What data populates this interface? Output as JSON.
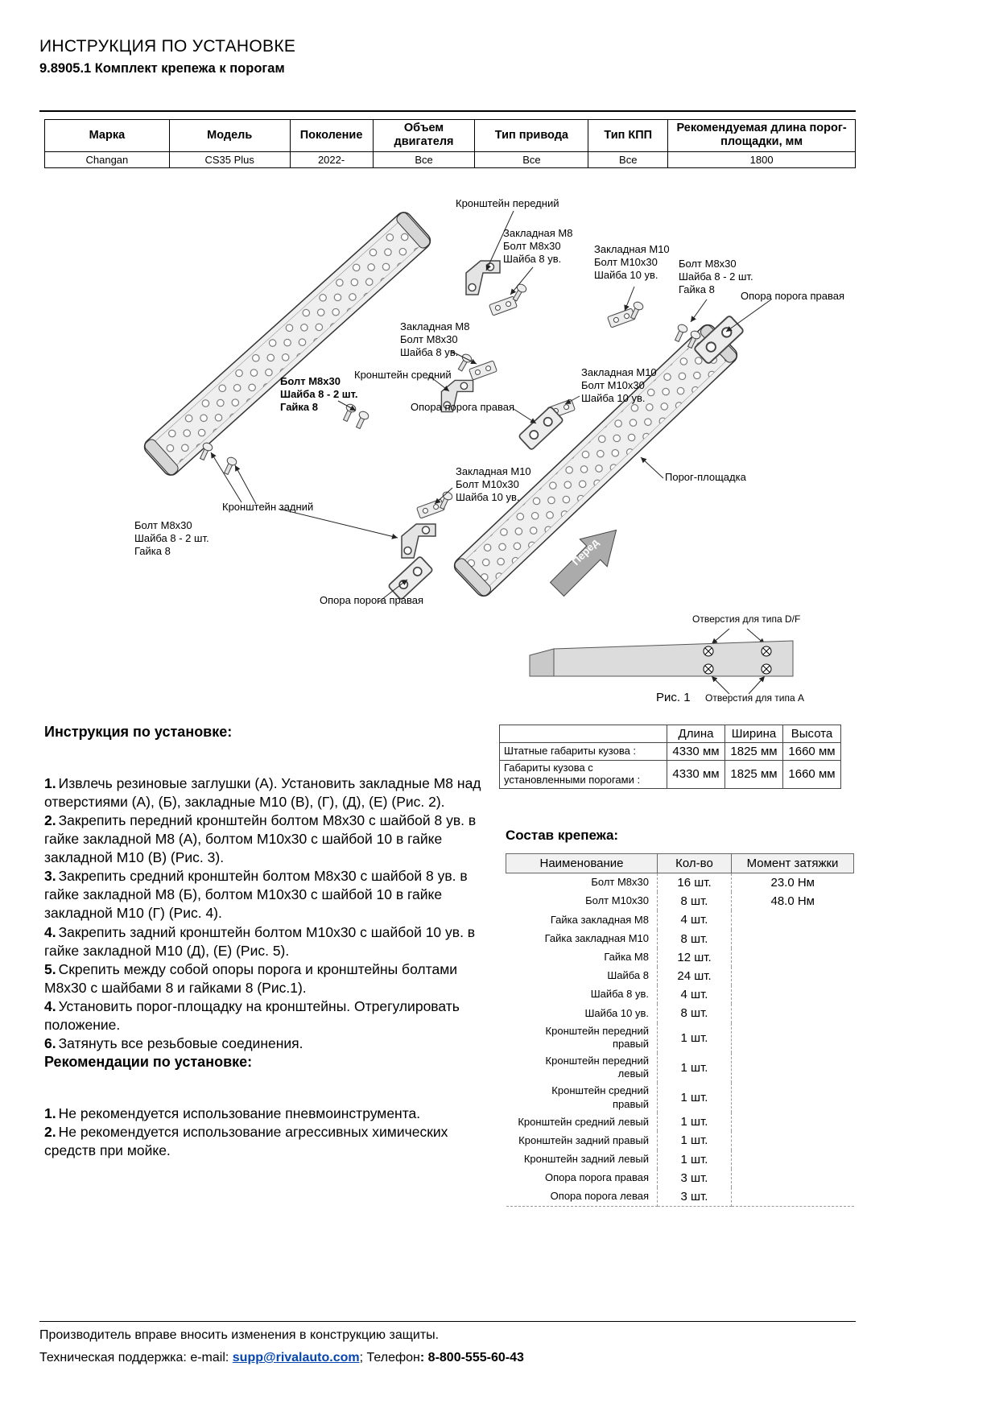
{
  "page": {
    "title": "ИНСТРУКЦИЯ ПО УСТАНОВКЕ",
    "subtitle": "9.8905.1 Комплект крепежа к порогам"
  },
  "vehicle": {
    "headers": [
      "Марка",
      "Модель",
      "Поколение",
      "Объем двигателя",
      "Тип привода",
      "Тип КПП",
      "Рекомендуемая длина порог-площадки, мм"
    ],
    "row": [
      "Changan",
      "CS35 Plus",
      "2022-",
      "Все",
      "Все",
      "Все",
      "1800"
    ]
  },
  "diagram": {
    "labels": [
      {
        "text": "Кронштейн передний"
      },
      {
        "text": "Закладная М8\nБолт М8х30\nШайба 8 ув."
      },
      {
        "text": "Закладная М10\nБолт М10х30\nШайба 10 ув."
      },
      {
        "text": "Болт М8х30\nШайба 8 - 2 шт.\nГайка 8"
      },
      {
        "text": "Опора порога правая"
      },
      {
        "text": "Закладная М8\nБолт М8х30\nШайба 8 ув."
      },
      {
        "text": "Кронштейн средний"
      },
      {
        "text": "Болт М8х30\nШайба 8 - 2 шт.\nГайка 8"
      },
      {
        "text": "Закладная М10\nБолт М10х30\nШайба 10 ув."
      },
      {
        "text": "Опора порога правая"
      },
      {
        "text": "Закладная М10\nБолт М10х30\nШайба 10 ув."
      },
      {
        "text": "Порог-площадка"
      },
      {
        "text": "Кронштейн задний"
      },
      {
        "text": "Болт М8х30\nШайба 8 - 2 шт.\nГайка 8"
      },
      {
        "text": "Опора порога правая"
      }
    ],
    "direction": "Перед",
    "holes_df": "Отверстия для типа D/F",
    "figure": "Рис. 1",
    "holes_a": "Отверстия для типа А"
  },
  "dims": {
    "headers": [
      "Длина",
      "Ширина",
      "Высота"
    ],
    "rows": [
      {
        "label": "Штатные габариты кузова :",
        "l": "4330 мм",
        "w": "1825 мм",
        "h": "1660 мм"
      },
      {
        "label": "Габариты кузова с установленными порогами :",
        "l": "4330 мм",
        "w": "1825 мм",
        "h": "1660 мм"
      }
    ]
  },
  "instructions": {
    "title": "Инструкция по установке:",
    "steps": [
      {
        "num": "1.",
        "text": "Извлечь резиновые заглушки (А). Установить закладные М8 над отверстиями (А), (Б), закладные М10 (В), (Г), (Д), (Е) (Рис. 2)."
      },
      {
        "num": "2.",
        "text": "Закрепить  передний кронштейн болтом М8х30 с шайбой 8 ув. в гайке закладной М8 (А), болтом М10х30 с шайбой 10 в гайке закладной М10 (В) (Рис. 3)."
      },
      {
        "num": "3.",
        "text": "Закрепить  средний кронштейн болтом М8х30 с шайбой 8 ув. в гайке закладной М8 (Б), болтом М10х30 с шайбой 10 в гайке закладной М10 (Г) (Рис. 4)."
      },
      {
        "num": "4.",
        "text": "Закрепить задний кронштейн болтом М10х30 с шайбой 10 ув. в гайке закладной М10 (Д), (Е) (Рис. 5)."
      },
      {
        "num": "5.",
        "text": "Скрепить между собой опоры порога и кронштейны болтами М8х30 с шайбами 8 и гайками 8 (Рис.1)."
      },
      {
        "num": "4.",
        "text": "Установить порог-площадку на кронштейны. Отрегулировать положение."
      },
      {
        "num": "6.",
        "text": "Затянуть все резьбовые соединения."
      }
    ]
  },
  "kit": {
    "title": "Состав крепежа:",
    "headers": [
      "Наименование",
      "Кол-во",
      "Момент затяжки"
    ],
    "rows": [
      {
        "name": "Болт М8х30",
        "qty": "16 шт.",
        "torque": "23.0 Нм"
      },
      {
        "name": "Болт М10х30",
        "qty": "8 шт.",
        "torque": "48.0 Нм"
      },
      {
        "name": "Гайка закладная М8",
        "qty": "4 шт.",
        "torque": ""
      },
      {
        "name": "Гайка закладная М10",
        "qty": "8 шт.",
        "torque": ""
      },
      {
        "name": "Гайка М8",
        "qty": "12 шт.",
        "torque": ""
      },
      {
        "name": "Шайба 8",
        "qty": "24 шт.",
        "torque": ""
      },
      {
        "name": "Шайба 8 ув.",
        "qty": "4 шт.",
        "torque": ""
      },
      {
        "name": "Шайба 10 ув.",
        "qty": "8 шт.",
        "torque": ""
      },
      {
        "name": "Кронштейн передний правый",
        "qty": "1 шт.",
        "torque": ""
      },
      {
        "name": "Кронштейн передний левый",
        "qty": "1 шт.",
        "torque": ""
      },
      {
        "name": "Кронштейн средний правый",
        "qty": "1 шт.",
        "torque": ""
      },
      {
        "name": "Кронштейн средний левый",
        "qty": "1 шт.",
        "torque": ""
      },
      {
        "name": "Кронштейн задний правый",
        "qty": "1 шт.",
        "torque": ""
      },
      {
        "name": "Кронштейн задний левый",
        "qty": "1 шт.",
        "torque": ""
      },
      {
        "name": "Опора порога правая",
        "qty": "3 шт.",
        "torque": ""
      },
      {
        "name": "Опора порога левая",
        "qty": "3 шт.",
        "torque": ""
      }
    ]
  },
  "recommendations": {
    "title": "Рекомендации по установке:",
    "items": [
      {
        "num": "1.",
        "text": "Не рекомендуется использование пневмоинструмента."
      },
      {
        "num": "2.",
        "text": "Не рекомендуется использование агрессивных химических средств при мойке."
      }
    ]
  },
  "footer": {
    "notice": "Производитель вправе вносить изменения в конструкцию защиты.",
    "support_prefix": "Техническая поддержка:  e-mail: ",
    "email": "supp@rivalauto.com",
    "separator": "; Телефон",
    "phone": ": 8-800-555-60-43"
  }
}
